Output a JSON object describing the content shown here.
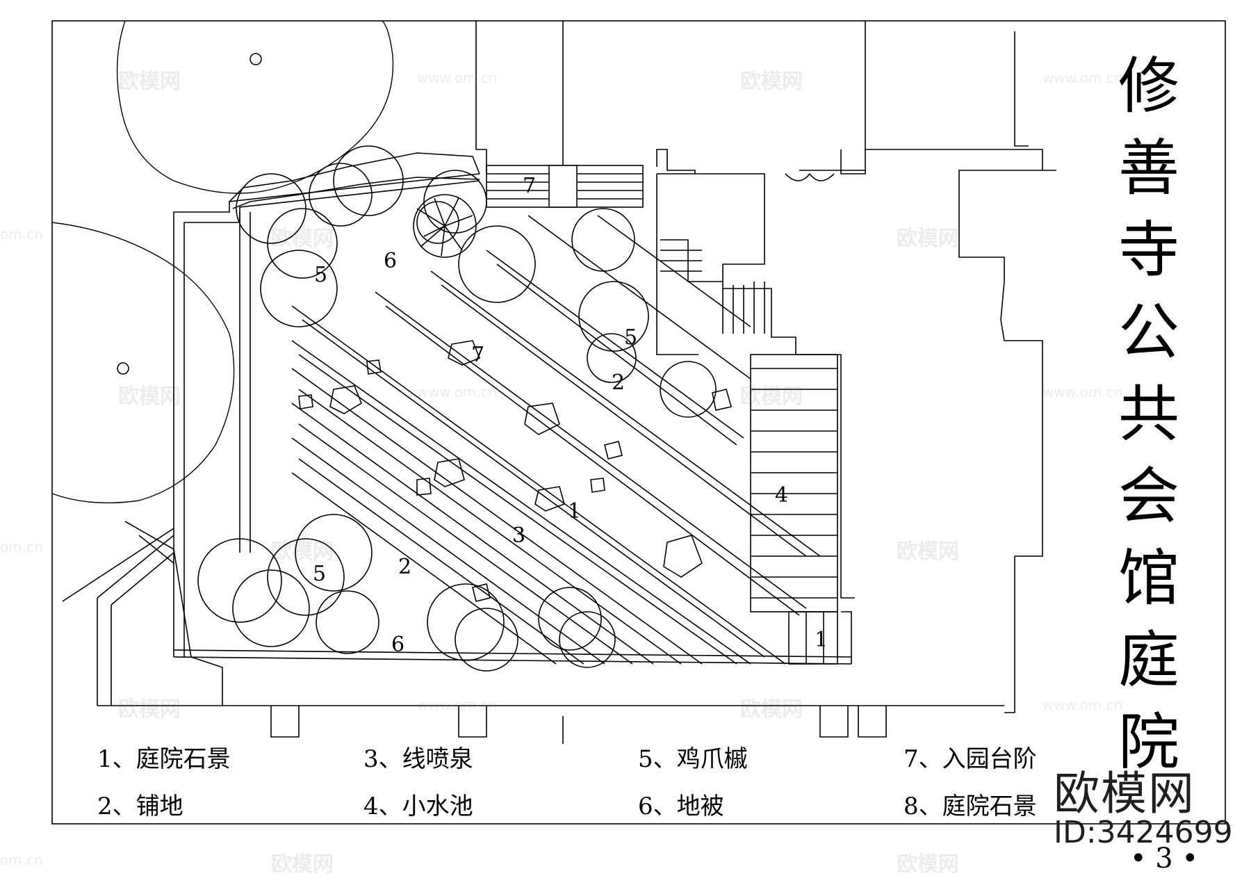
{
  "title": [
    "修",
    "善",
    "寺",
    "公",
    "共",
    "会",
    "馆",
    "庭",
    "院"
  ],
  "legend": [
    {
      "label": "1、庭院石景"
    },
    {
      "label": "2、铺地"
    },
    {
      "label": "3、线喷泉"
    },
    {
      "label": "4、小水池"
    },
    {
      "label": "5、鸡爪槭"
    },
    {
      "label": "6、地被"
    },
    {
      "label": "7、入园台阶"
    },
    {
      "label": "8、庭院石景"
    }
  ],
  "plan_labels": [
    "7",
    "6",
    "5",
    "5",
    "7",
    "2",
    "4",
    "1",
    "3",
    "2",
    "5",
    "6",
    "1"
  ],
  "watermark": {
    "brand": "欧模网",
    "url": "www.om.cn",
    "edge": "om.cn"
  },
  "brand": {
    "name": "欧模网",
    "id": "ID:3424699"
  },
  "page_number": "• 3 •"
}
